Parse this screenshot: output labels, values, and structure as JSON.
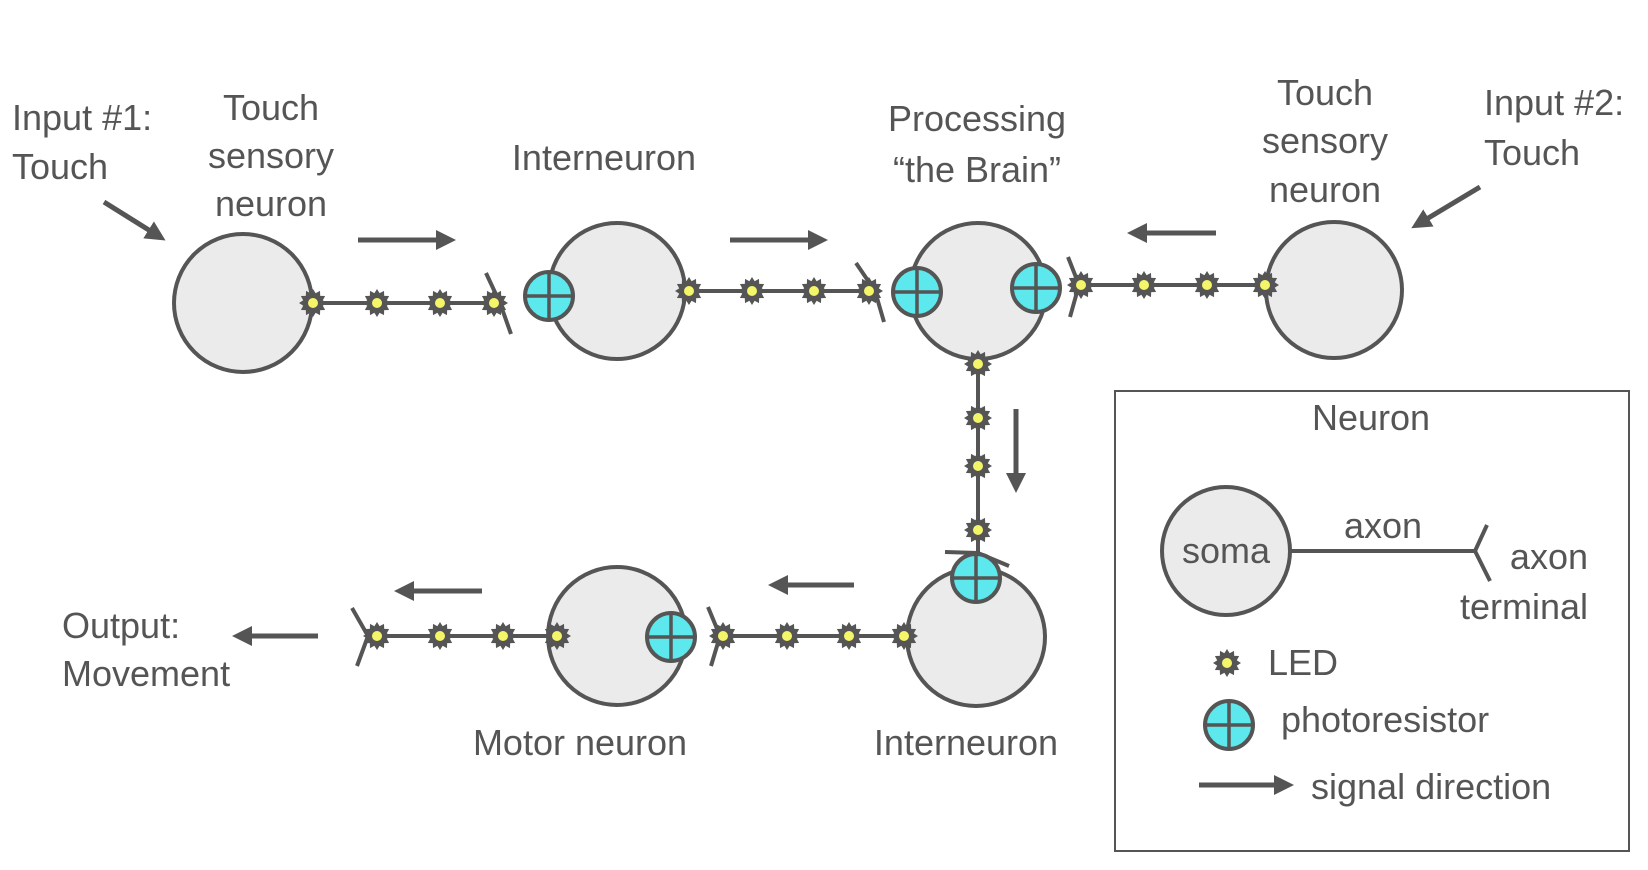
{
  "labels": {
    "input1_line1": "Input #1:",
    "input1_line2": "Touch",
    "sensory1_line1": "Touch",
    "sensory1_line2": "sensory",
    "sensory1_line3": "neuron",
    "interneuron_top": "Interneuron",
    "brain_line1": "Processing",
    "brain_line2": "“the Brain”",
    "sensory2_line1": "Touch",
    "sensory2_line2": "sensory",
    "sensory2_line3": "neuron",
    "input2_line1": "Input #2:",
    "input2_line2": "Touch",
    "output_line1": "Output:",
    "output_line2": "Movement",
    "motor_neuron": "Motor neuron",
    "interneuron_bottom": "Interneuron"
  },
  "legend": {
    "title": "Neuron",
    "soma": "soma",
    "axon": "axon",
    "terminal_line1": "axon",
    "terminal_line2": "terminal",
    "led": "LED",
    "photoresistor": "photoresistor",
    "signal": "signal direction"
  },
  "colors": {
    "stroke": "#555555",
    "soma_fill": "#ebebeb",
    "photoresistor_fill": "#5ce8ec",
    "led_center": "#f5f56a"
  },
  "icons": [
    "led-icon",
    "photoresistor-icon",
    "signal-arrow-icon"
  ]
}
